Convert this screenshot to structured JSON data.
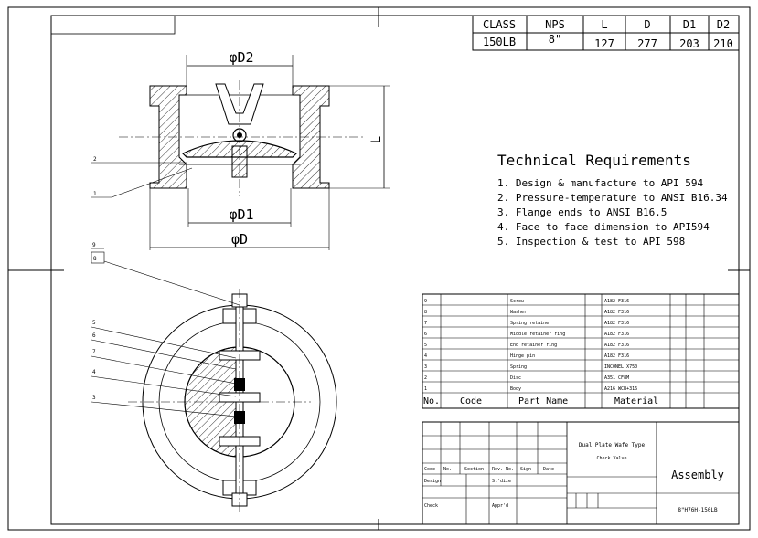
{
  "spec_table": {
    "headers": [
      "CLASS",
      "NPS",
      "L",
      "D",
      "D1",
      "D2"
    ],
    "values": [
      "150LB",
      "8\"",
      "127",
      "277",
      "203",
      "210"
    ]
  },
  "dimensions": {
    "d2": "φD2",
    "d1": "φD1",
    "d": "φD",
    "l": "L"
  },
  "technical": {
    "title": "Technical Requirements",
    "items": [
      "1. Design & manufacture to API 594",
      "2. Pressure-temperature to ANSI B16.34",
      "3. Flange ends to ANSI B16.5",
      "4. Face to face dimension to API594",
      "5. Inspection & test to API 598"
    ]
  },
  "callouts_top": [
    "2",
    "1"
  ],
  "callouts_bottom": [
    "9",
    "8",
    "5",
    "6",
    "7",
    "4",
    "3"
  ],
  "bom": {
    "rows": [
      {
        "no": "9",
        "name": "Screw",
        "material": "A182 F316"
      },
      {
        "no": "8",
        "name": "Washer",
        "material": "A182 F316"
      },
      {
        "no": "7",
        "name": "Spring retainer",
        "material": "A182 F316"
      },
      {
        "no": "6",
        "name": "Middle retainer ring",
        "material": "A182 F316"
      },
      {
        "no": "5",
        "name": "End retainer ring",
        "material": "A182 F316"
      },
      {
        "no": "4",
        "name": "Hinge pin",
        "material": "A182 F316"
      },
      {
        "no": "3",
        "name": "Spring",
        "material": "INCONEL X750"
      },
      {
        "no": "2",
        "name": "Disc",
        "material": "A351 CF8M"
      },
      {
        "no": "1",
        "name": "Body",
        "material": "A216 WCB+316"
      }
    ],
    "header": {
      "no": "No.",
      "code": "Code",
      "part": "Part Name",
      "material": "Material"
    }
  },
  "title_block": {
    "title_line1": "Dual Plate Wafe Type",
    "title_line2": "Check Valve",
    "assembly": "Assembly",
    "drawing_no": "8\"H76H-150LB",
    "labels": {
      "code": "Code",
      "no": "No.",
      "section": "Section",
      "rev_no": "Rev. No.",
      "sign": "Sign",
      "date": "Date",
      "design": "Design",
      "stdize": "St'dize",
      "check": "Check",
      "apprd": "Appr'd"
    }
  }
}
